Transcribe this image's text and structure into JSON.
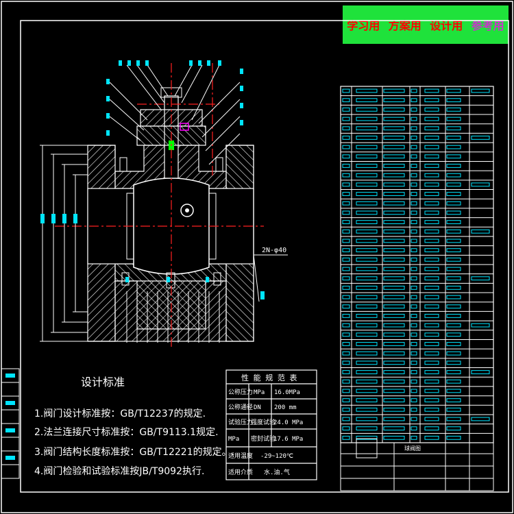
{
  "banner": {
    "labels": [
      "学习用",
      "方案用",
      "设计用",
      "参考用"
    ],
    "colors": [
      "#ff0000",
      "#ff0000",
      "#ff0000",
      "#cc33cc"
    ]
  },
  "notes": {
    "title": "设计标准",
    "items": [
      "1.阀门设计标准按：GB/T12237的规定.",
      "2.法兰连接尺寸标准按：GB/T9113.1规定.",
      "3.阀门结构长度标准按：GB/T12221的规定。.",
      "4.阀门检验和试验标准按JB/T9092执行."
    ]
  },
  "spec_table": {
    "title": "性 能 规 范 表",
    "rows": [
      [
        "公称压力",
        "MPa",
        "16.0MPa"
      ],
      [
        "公称通径",
        "DN",
        "200  mm"
      ],
      [
        "试验压力",
        "强度试验",
        "24.0 MPa"
      ],
      [
        "MPa",
        "密封试验",
        "17.6 MPa"
      ],
      [
        "适用温度",
        "-29~120℃",
        ""
      ],
      [
        "适用介质",
        "水.油.气",
        ""
      ]
    ]
  },
  "callout": "2N-φ40",
  "title_block": {
    "label": "球阀图"
  },
  "colors": {
    "line": "#ffffff",
    "cyan": "#00e5ff",
    "red": "#ff2020",
    "green": "#00ff00",
    "magenta": "#ff00ff",
    "banner": "#1fe23b"
  }
}
